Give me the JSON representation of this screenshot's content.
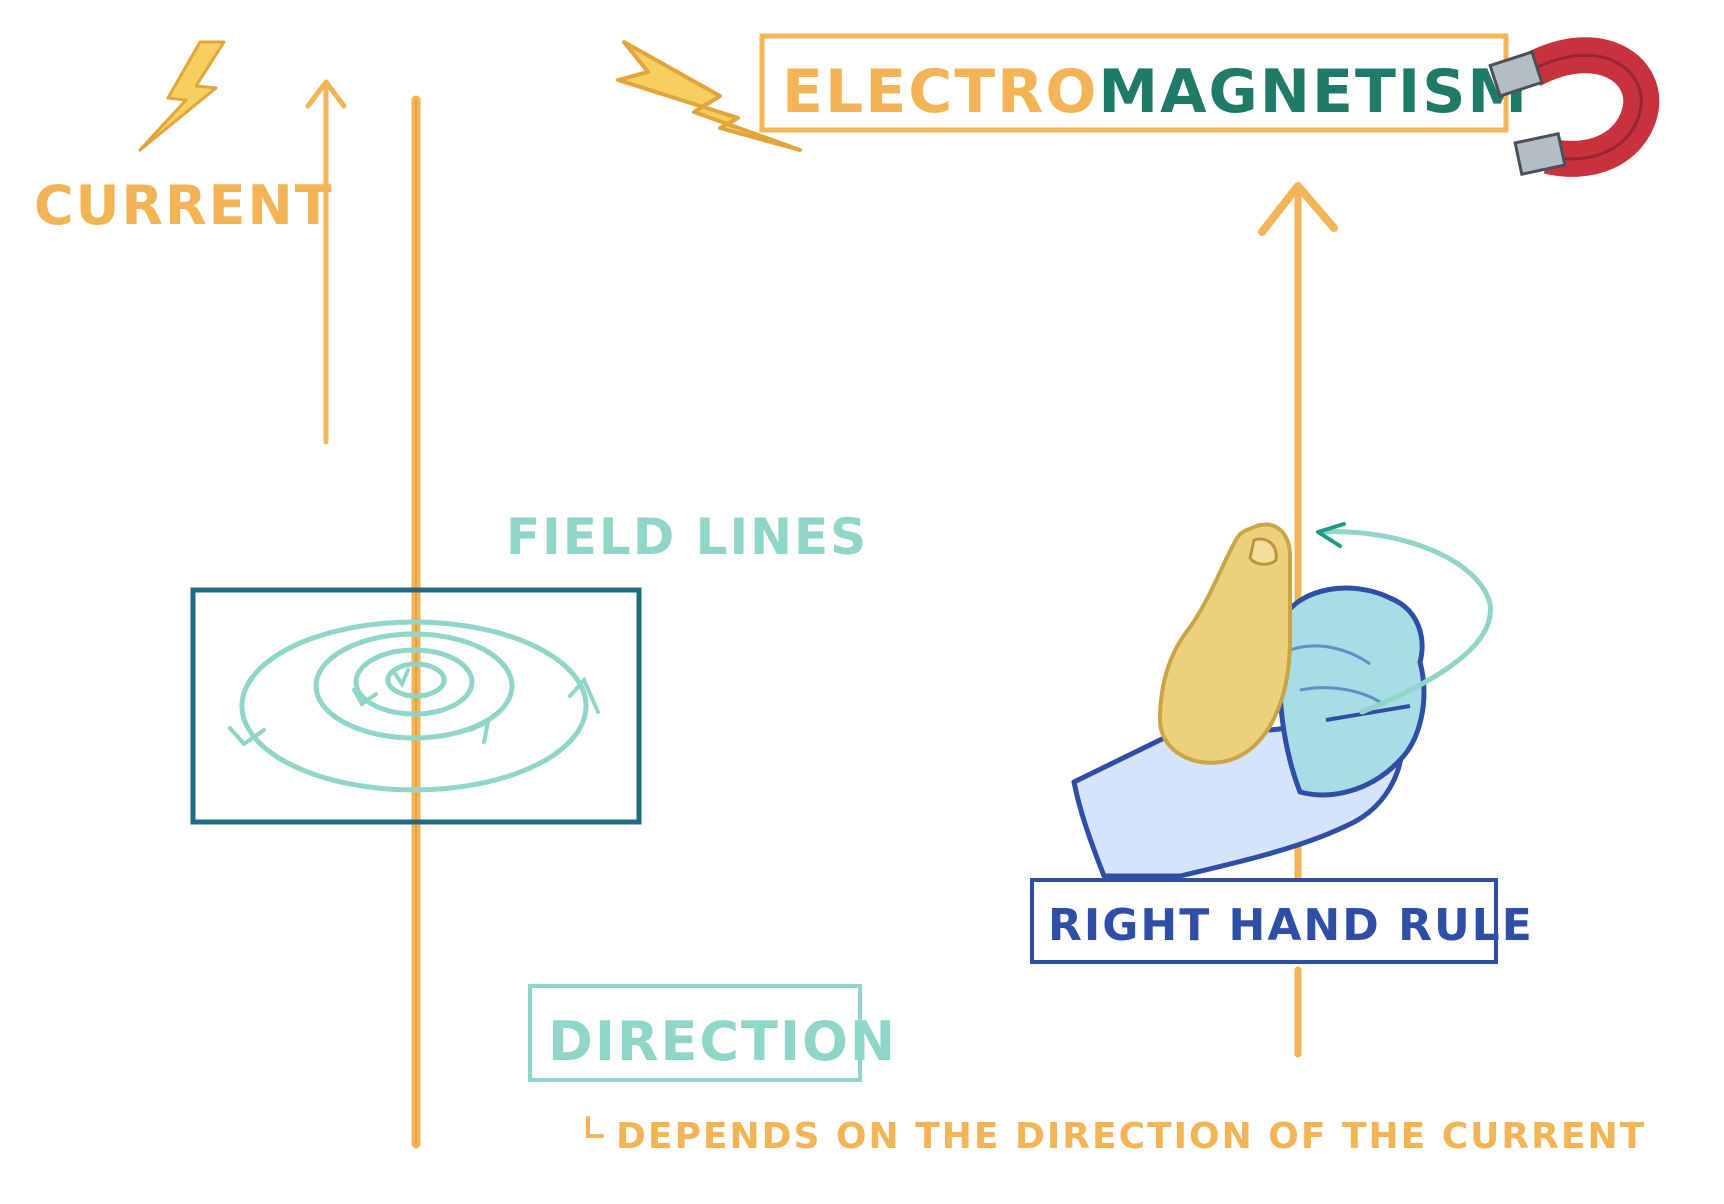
{
  "title": {
    "part1": "ELECTRO",
    "part2": "MAGNETISM"
  },
  "labels": {
    "current": "CURRENT",
    "field_lines": "FIELD LINES",
    "right_hand_rule": "RIGHT HAND RULE",
    "direction": "DIRECTION",
    "depends_note": "DEPENDS ON THE DIRECTION OF THE CURRENT"
  },
  "colors": {
    "orange": "#f2b455",
    "teal_text": "#1f7a68",
    "mint": "#8fd6c8",
    "dark_teal_box": "#1e6c82",
    "blue": "#2e4fa5",
    "thumb": "#ecd07a",
    "hand": "#d6e4fb",
    "fist": "#a8dde6",
    "magnet_red": "#c8323f",
    "magnet_steel": "#9aa3ab"
  },
  "icons": {
    "bolt_small": "lightning-bolt-icon",
    "bolt_large": "lightning-bolt-icon",
    "magnet": "horseshoe-magnet-icon",
    "hand": "right-hand-thumb-up-icon"
  }
}
